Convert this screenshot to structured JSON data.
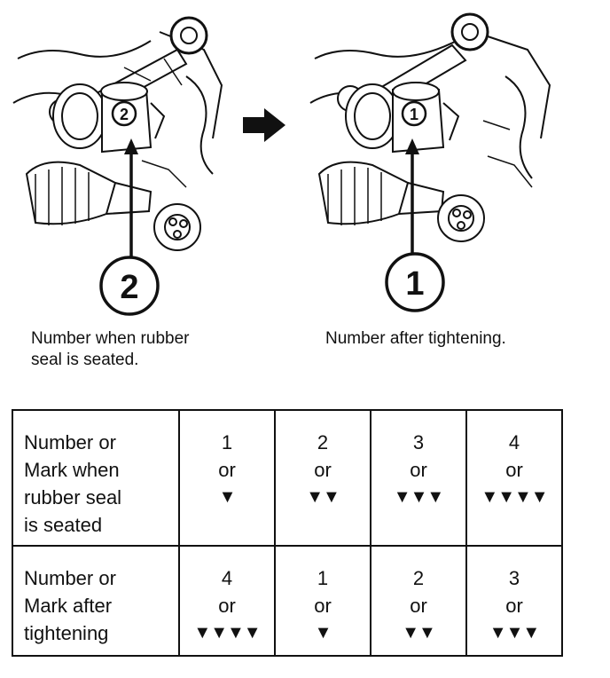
{
  "left_panel": {
    "seal_number": "2",
    "callout_number": "2",
    "caption_line1": "Number when rubber",
    "caption_line2": "seal is seated."
  },
  "right_panel": {
    "seal_number": "1",
    "callout_number": "1",
    "caption": "Number after tightening."
  },
  "table": {
    "or_word": "or",
    "rows": [
      {
        "header": [
          "Number or",
          "Mark when",
          "rubber seal",
          "is seated"
        ],
        "cells": [
          {
            "number": "1",
            "mark": "▼"
          },
          {
            "number": "2",
            "mark": "▼▼"
          },
          {
            "number": "3",
            "mark": "▼▼▼"
          },
          {
            "number": "4",
            "mark": "▼▼▼▼"
          }
        ]
      },
      {
        "header": [
          "Number or",
          "Mark after",
          "tightening"
        ],
        "cells": [
          {
            "number": "4",
            "mark": "▼▼▼▼"
          },
          {
            "number": "1",
            "mark": "▼"
          },
          {
            "number": "2",
            "mark": "▼▼"
          },
          {
            "number": "3",
            "mark": "▼▼▼"
          }
        ]
      }
    ]
  },
  "colors": {
    "ink": "#111111",
    "paper": "#ffffff"
  }
}
